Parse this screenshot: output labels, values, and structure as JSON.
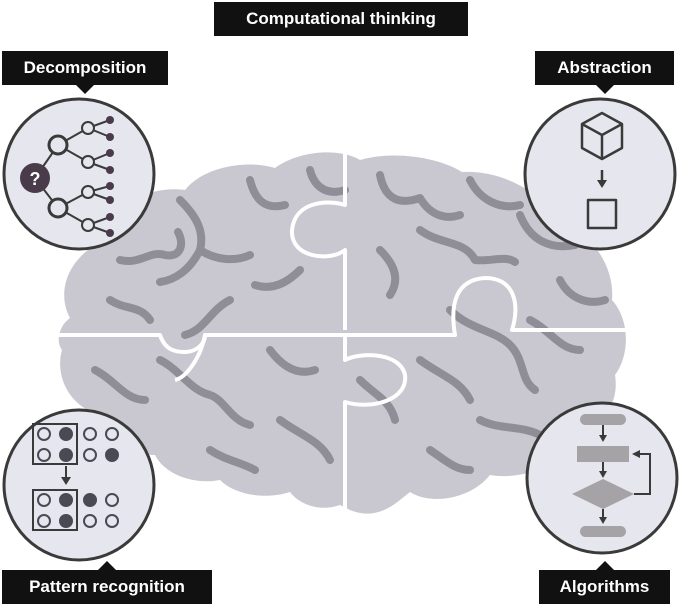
{
  "title": "Computational thinking",
  "concepts": {
    "decomposition": {
      "label": "Decomposition",
      "icon": "tree-diagram-icon",
      "question_mark": "?"
    },
    "abstraction": {
      "label": "Abstraction",
      "icon": "cube-to-square-icon"
    },
    "pattern_recognition": {
      "label": "Pattern recognition",
      "icon": "dot-grid-icon"
    },
    "algorithms": {
      "label": "Algorithms",
      "icon": "flowchart-icon"
    }
  },
  "center_image": "brain-puzzle-icon",
  "colors": {
    "label_bg": "#111111",
    "label_text": "#ffffff",
    "circle_fill": "#e6e6ee",
    "circle_stroke": "#3a3a3a",
    "brain_fill": "#c9c8d0",
    "brain_vein": "#8f8e96",
    "node_dark": "#4a3b4a",
    "flow_shape": "#a6a3a6"
  }
}
